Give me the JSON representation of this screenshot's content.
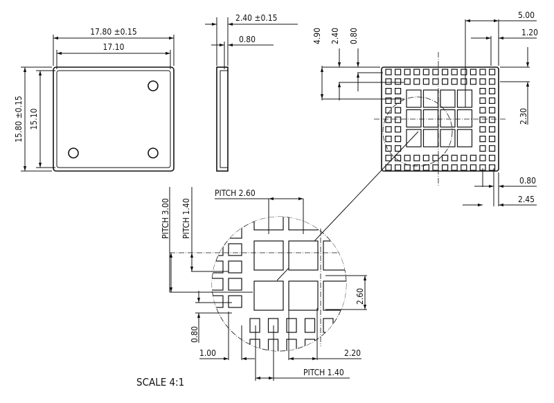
{
  "top_view": {
    "width_outer": "17.80 ±0.15",
    "width_inner": "17.10",
    "height_outer": "15.80 ±0.15",
    "height_inner": "15.10"
  },
  "side_view": {
    "thickness": "2.40 ±0.15",
    "lip": "0.80"
  },
  "bottom_view": {
    "d_490": "4.90",
    "d_240": "2.40",
    "d_080_top": "0.80",
    "d_500": "5.00",
    "d_120": "1.20",
    "d_230": "2.30",
    "d_080_bottom": "0.80",
    "d_245": "2.45"
  },
  "detail": {
    "pitch_260": "PITCH 2.60",
    "pitch_300": "PITCH 3.00",
    "pitch_140_v": "PITCH 1.40",
    "d_260": "2.60",
    "d_080": "0.80",
    "d_100": "1.00",
    "d_220": "2.20",
    "pitch_140_h": "PITCH 1.40"
  },
  "scale_label": "SCALE 4:1"
}
